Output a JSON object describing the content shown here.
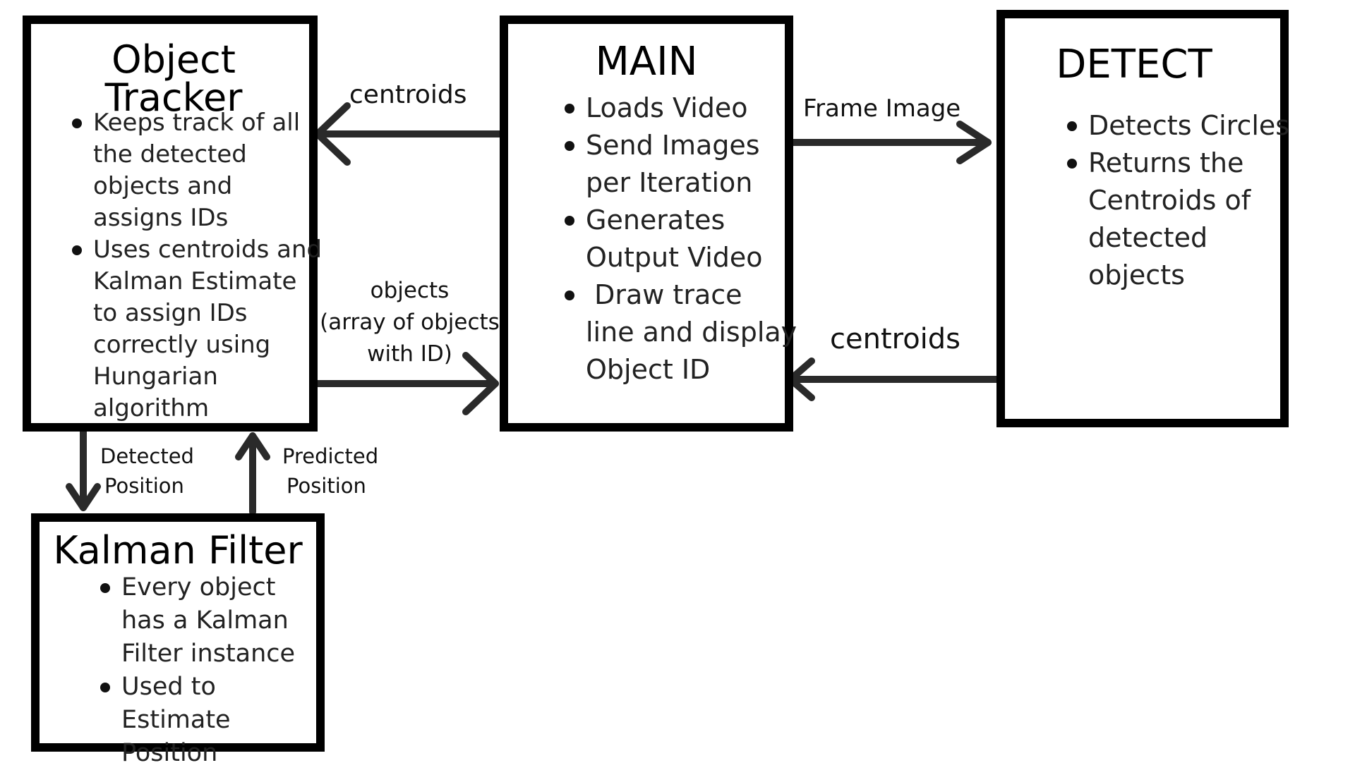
{
  "diagram": {
    "tracker": {
      "title": "Object Tracker",
      "bullets": [
        "Keeps track of all the detected objects and assigns IDs",
        "Uses centroids and Kalman Estimate to assign IDs correctly using Hungarian algorithm"
      ]
    },
    "main": {
      "title": "MAIN",
      "bullets": [
        "Loads Video",
        "Send Images per Iteration",
        "Generates Output Video",
        " Draw trace line and display Object ID"
      ]
    },
    "detect": {
      "title": "DETECT",
      "bullets": [
        "Detects Circles",
        "Returns the Centroids of detected objects"
      ]
    },
    "kalman": {
      "title": "Kalman Filter",
      "bullets": [
        "Every object has a Kalman Filter instance",
        "Used to Estimate Position"
      ]
    },
    "edges": {
      "main_to_tracker": "centroids",
      "tracker_to_main_line1": "objects",
      "tracker_to_main_line2": "(array of objects",
      "tracker_to_main_line3": "with ID)",
      "main_to_detect": "Frame Image",
      "detect_to_main": "centroids",
      "tracker_to_kalman_line1": "Detected",
      "tracker_to_kalman_line2": "Position",
      "kalman_to_tracker_line1": "Predicted",
      "kalman_to_tracker_line2": "Position"
    },
    "colors": {
      "border": "#000000",
      "arrow": "#2a2a2a",
      "text": "#111111"
    }
  }
}
